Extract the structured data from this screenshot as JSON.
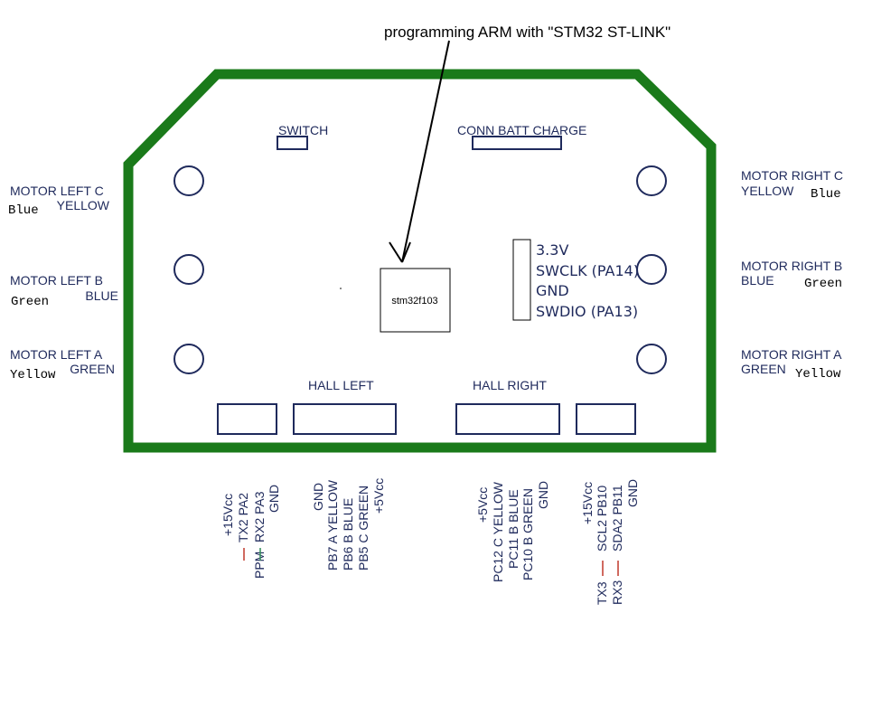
{
  "colors": {
    "board_outline": "#1a7a1a",
    "label_navy": "#1f2a5c",
    "black": "#000000",
    "pin_line_red": "#c0392b",
    "pin_line_green": "#2e8b57"
  },
  "annotation": "programming ARM with \"STM32 ST-LINK\"",
  "chip": {
    "label": "stm32f103"
  },
  "top_connectors": {
    "switch": "SWITCH",
    "batt": "CONN BATT CHARGE"
  },
  "swd_pins": [
    "3.3V",
    "SWCLK (PA14)",
    "GND",
    "SWDIO (PA13)"
  ],
  "motor_left": [
    {
      "title": "MOTOR LEFT C",
      "wire": "Blue",
      "color": "YELLOW"
    },
    {
      "title": "MOTOR LEFT B",
      "wire": "Green",
      "color": "BLUE"
    },
    {
      "title": "MOTOR LEFT A",
      "wire": "Yellow",
      "color": "GREEN"
    }
  ],
  "motor_right": [
    {
      "title": "MOTOR RIGHT C",
      "color": "YELLOW",
      "wire": "Blue"
    },
    {
      "title": "MOTOR RIGHT B",
      "color": "BLUE",
      "wire": "Green"
    },
    {
      "title": "MOTOR RIGHT A",
      "color": "GREEN",
      "wire": "Yellow"
    }
  ],
  "hall": {
    "left": "HALL LEFT",
    "right": "HALL RIGHT"
  },
  "bottom_pins": {
    "uart2": [
      "+15Vcc",
      "TX2  PA2",
      "RX2  PA3",
      "GND"
    ],
    "uart2_extra": "PPM",
    "hall_left": [
      "GND",
      "PB7 A YELLOW",
      "PB6 B BLUE",
      "PB5 C GREEN",
      "+5Vcc"
    ],
    "hall_right": [
      "+5Vcc",
      "PC12 C YELLOW",
      "PC11 B BLUE",
      "PC10 B GREEN",
      "GND"
    ],
    "i2c": [
      "+15Vcc",
      "SCL2  PB10",
      "SDA2  PB11",
      "GND"
    ],
    "i2c_extra": [
      "TX3",
      "RX3"
    ]
  }
}
